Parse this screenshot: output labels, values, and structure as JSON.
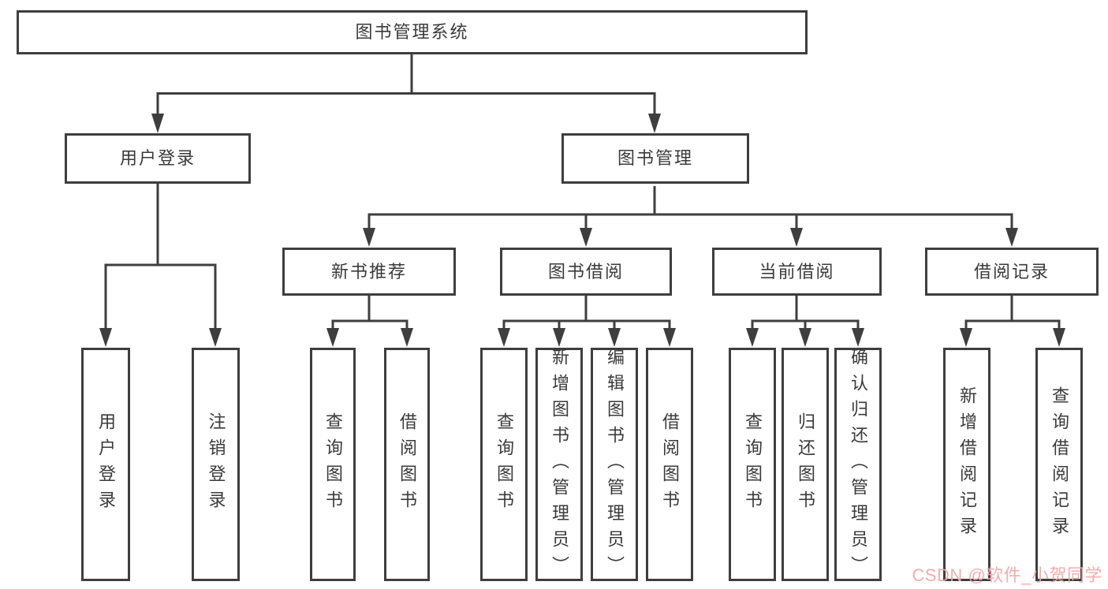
{
  "diagram": {
    "root": {
      "label": "图书管理系统"
    },
    "level2": [
      {
        "label": "用户登录"
      },
      {
        "label": "图书管理"
      }
    ],
    "level3": [
      {
        "label": "新书推荐"
      },
      {
        "label": "图书借阅"
      },
      {
        "label": "当前借阅"
      },
      {
        "label": "借阅记录"
      }
    ],
    "leaves": {
      "user_login": [
        "用户登录",
        "注销登录"
      ],
      "new_book_recommend": [
        "查询图书",
        "借阅图书"
      ],
      "book_borrow": [
        "查询图书",
        "新增图书（管理员）",
        "编辑图书（管理员）",
        "借阅图书"
      ],
      "current_borrow": [
        "查询图书",
        "归还图书",
        "确认归还（管理员）"
      ],
      "borrow_records": [
        "新增借阅记录",
        "查询借阅记录"
      ]
    }
  },
  "watermark": {
    "text": "CSDN @软件_小贺同学"
  },
  "colors": {
    "line": "#3e3e3e",
    "text": "#3a3a3a",
    "background": "#ffffff",
    "watermark": "#f2a9a7"
  }
}
